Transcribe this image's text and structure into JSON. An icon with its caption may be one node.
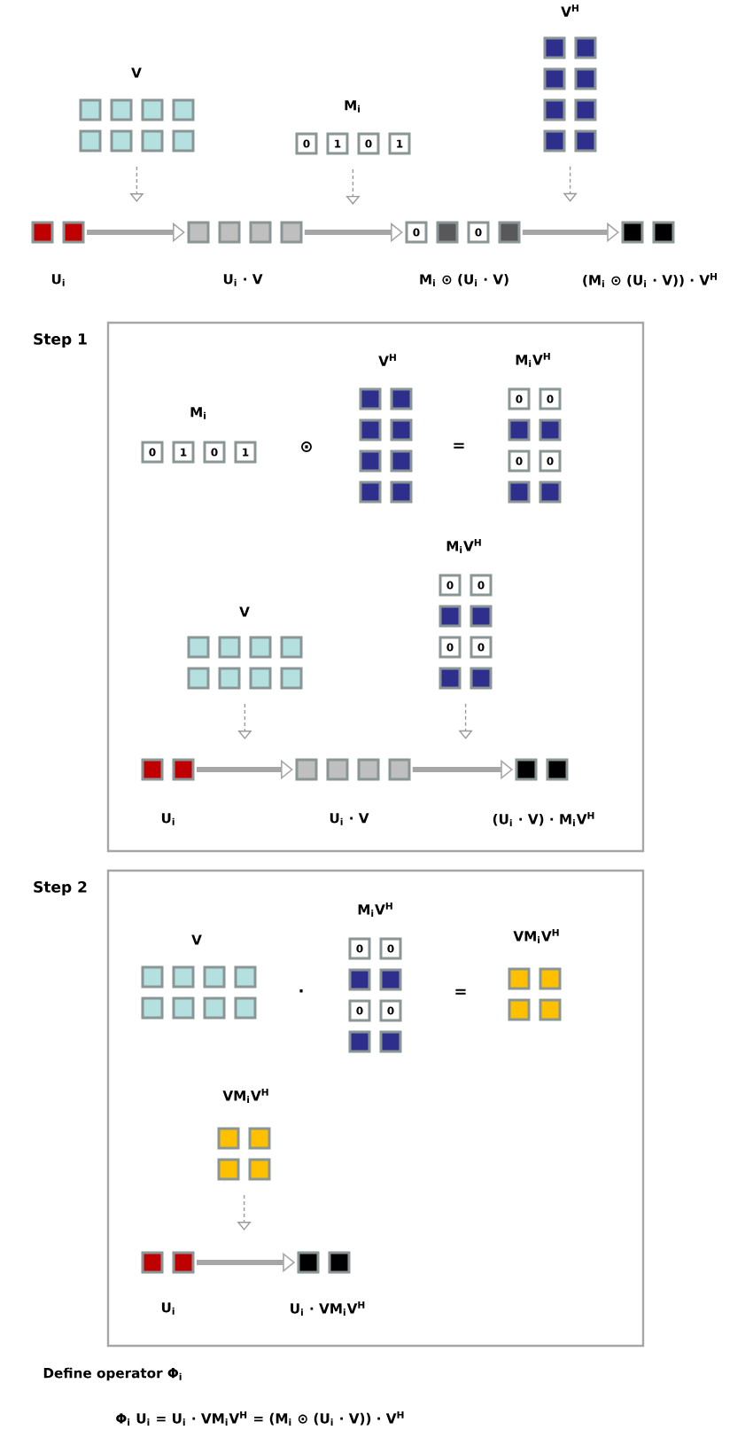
{
  "diagram": {
    "nodes": [
      {
        "text": [
          "V"
        ]
      },
      {
        "text": [
          "M$_{i}$"
        ]
      },
      {
        "text": [
          "V$^{H}$"
        ]
      },
      {
        "text": [
          "U$_{i}$"
        ]
      },
      {
        "text": [
          "U$_{i}$ · V"
        ]
      },
      {
        "text": [
          "M$_{i}$ ⊙ (U$_{i}$ · V)"
        ]
      },
      {
        "text": [
          "(M$_{i}$ ⊙ (U$_{i}$ · V)) · V$^{H}$"
        ]
      },
      {
        "text": [
          "Step 1"
        ]
      },
      {
        "text": [
          "M$_{i}$"
        ],
        "in": 7
      },
      {
        "text": [
          "V$^{H}$"
        ],
        "in": 7
      },
      {
        "text": [
          "M$_{i}$V$^{H}$"
        ],
        "in": 7
      },
      {
        "text": [
          "M$_{i}$V$^{H}$"
        ],
        "in": 7
      },
      {
        "text": [
          "V"
        ],
        "in": 7
      },
      {
        "text": [
          "U$_{i}$"
        ],
        "in": 7
      },
      {
        "text": [
          "U$_{i}$ · V"
        ],
        "in": 7
      },
      {
        "text": [
          "(U$_{i}$ · V) · M$_{i}$V$^{H}$"
        ],
        "in": 7
      },
      {
        "text": [
          "Step 2"
        ]
      },
      {
        "text": [
          "V"
        ],
        "in": 16
      },
      {
        "text": [
          "M$_{i}$V$^{H}$"
        ],
        "in": 16
      },
      {
        "text": [
          "VM$_{i}$V$^{H}$"
        ],
        "in": 16
      },
      {
        "text": [
          "VM$_{i}$V$^{H}$"
        ],
        "in": 16
      },
      {
        "text": [
          "U$_{i}$"
        ],
        "in": 16
      },
      {
        "text": [
          "U$_{i}$ · VM$_{i}$V$^{H}$"
        ],
        "in": 16
      }
    ],
    "edges": [
      {
        "from": 3,
        "to": 4,
        "arrow": "to",
        "style": "thick"
      },
      {
        "from": 4,
        "to": 5,
        "arrow": "to",
        "style": "thick"
      },
      {
        "from": 5,
        "to": 6,
        "arrow": "to",
        "style": "thick"
      },
      {
        "from": 0,
        "to": null,
        "arrow": "to",
        "style": "dashed"
      },
      {
        "from": 1,
        "to": null,
        "arrow": "to",
        "style": "dashed"
      },
      {
        "from": 2,
        "to": null,
        "arrow": "to",
        "style": "dashed"
      },
      {
        "from": 13,
        "to": 14,
        "arrow": "to",
        "style": "thick"
      },
      {
        "from": 14,
        "to": 15,
        "arrow": "to",
        "style": "thick"
      },
      {
        "from": 12,
        "to": null,
        "arrow": "to",
        "style": "dashed"
      },
      {
        "from": 11,
        "to": null,
        "arrow": "to",
        "style": "dashed"
      },
      {
        "from": 21,
        "to": 22,
        "arrow": "to",
        "style": "thick"
      },
      {
        "from": 20,
        "to": null,
        "arrow": "to",
        "style": "dashed"
      }
    ],
    "labels": [
      "0",
      "1",
      "0",
      "1",
      "0",
      "0",
      "0",
      "1",
      "0",
      "1",
      "⊙",
      "=",
      "0",
      "0",
      "0",
      "0",
      "0",
      "0",
      "0",
      "0",
      "·",
      "0",
      "0",
      "0",
      "0",
      "=",
      "Define operator Φ$_{i}$",
      "Φ$_{i}$ U$_{i}$ = U$_{i}$ · VM$_{i}$V$^{H}$ = (M$_{i}$ ⊙ (U$_{i}$ · V)) · V$^{H}$"
    ]
  }
}
